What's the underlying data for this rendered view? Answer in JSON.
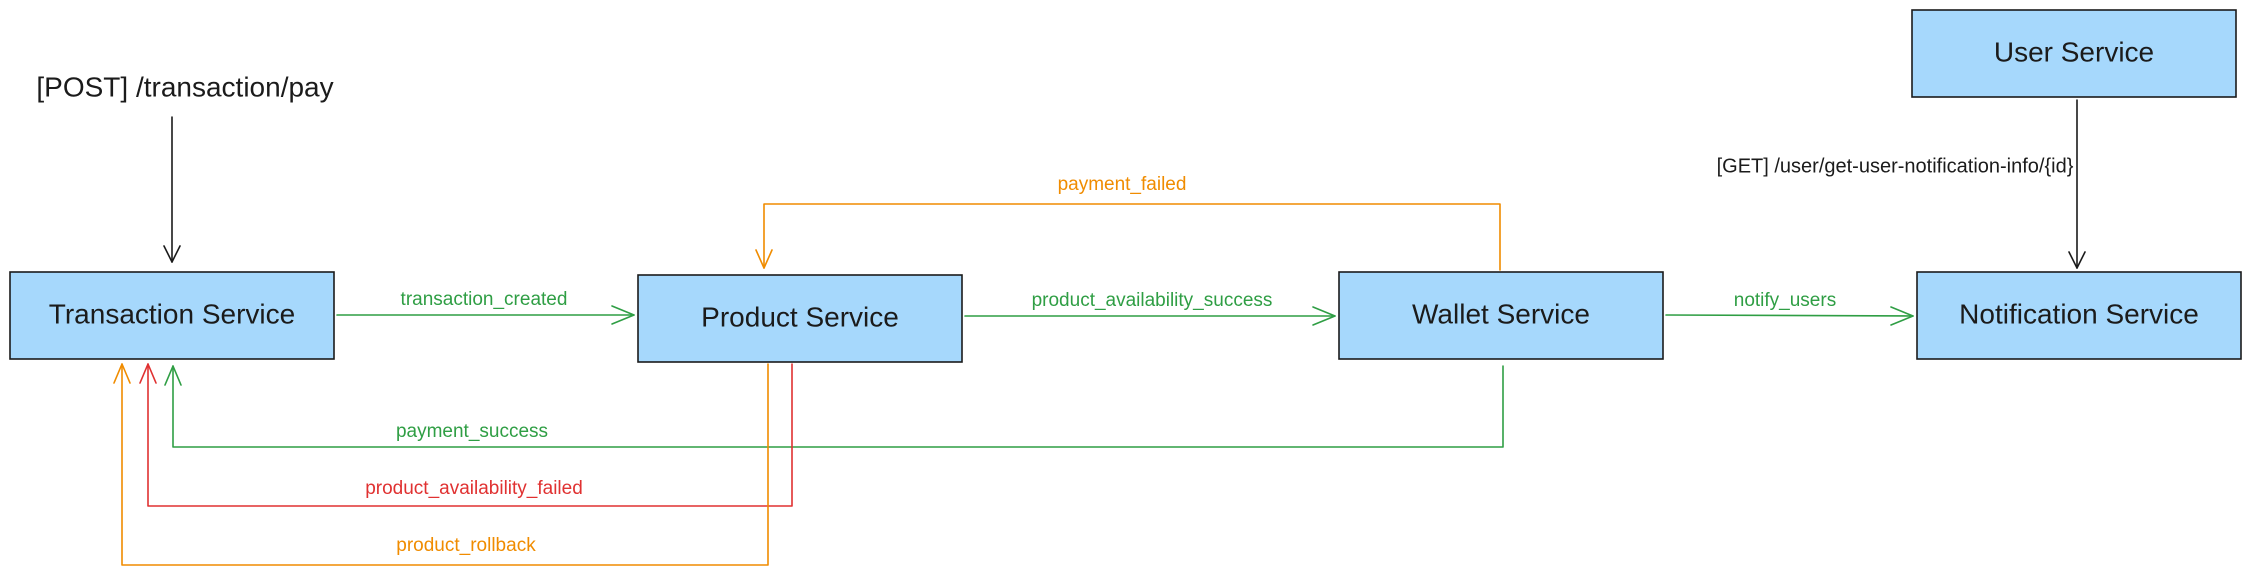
{
  "services": {
    "transaction": "Transaction Service",
    "product": "Product Service",
    "wallet": "Wallet Service",
    "notification": "Notification Service",
    "user": "User Service"
  },
  "endpoints": {
    "pay": "[POST] /transaction/pay",
    "user_info": "[GET] /user/get-user-notification-info/{id}"
  },
  "events": {
    "transaction_created": "transaction_created",
    "product_availability_success": "product_availability_success",
    "notify_users": "notify_users",
    "payment_failed": "payment_failed",
    "payment_success": "payment_success",
    "product_availability_failed": "product_availability_failed",
    "product_rollback": "product_rollback"
  },
  "colors": {
    "box_fill": "#a6d8fc",
    "box_stroke": "#1b1b1b",
    "success": "#2f9e44",
    "failed_orange": "#f08c00",
    "failed_red": "#e03131",
    "request": "#1b1b1b"
  }
}
